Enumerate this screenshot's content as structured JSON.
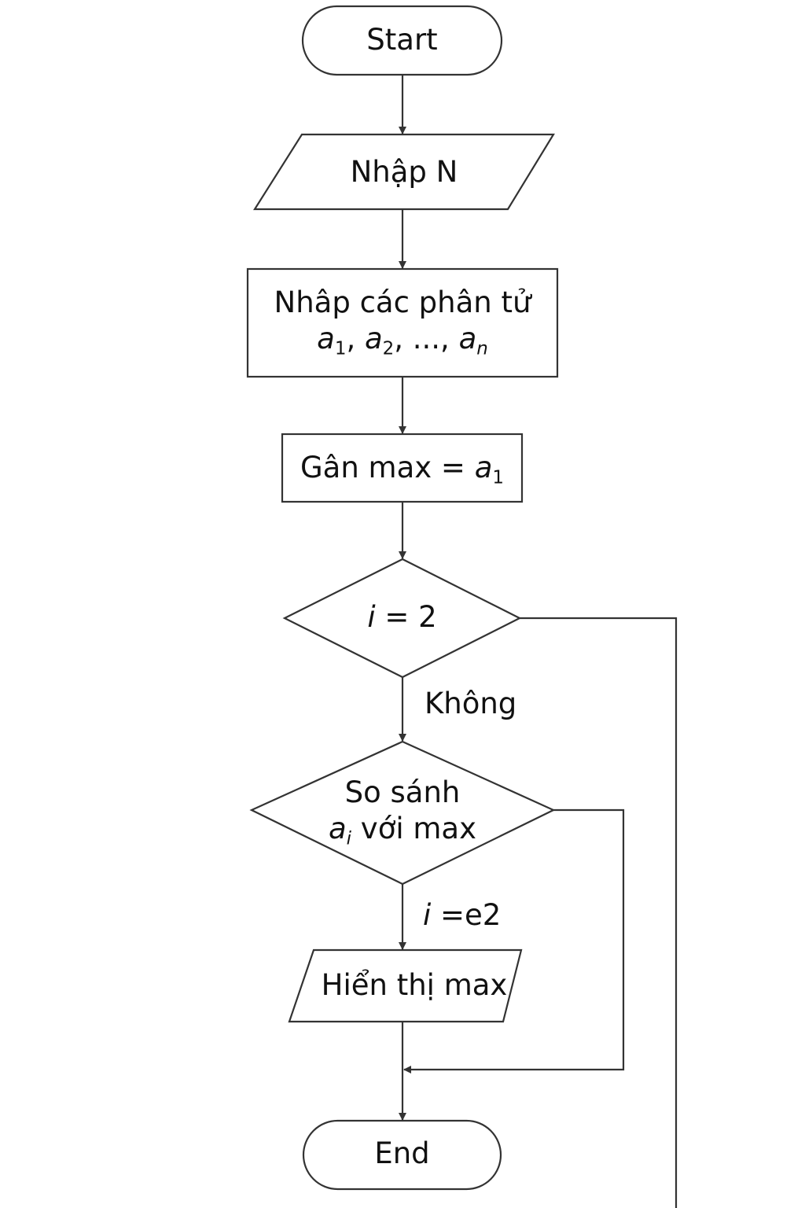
{
  "nodes": {
    "start": "Start",
    "input_n": "Nhập N",
    "input_elements": {
      "line1": "Nhâp các phân tử",
      "line2": {
        "v1": "a",
        "s1": "1",
        "sep1": ", ",
        "v2": "a",
        "s2": "2",
        "sep2": ", ..., ",
        "v3": "a",
        "s3": "n"
      }
    },
    "assign": {
      "text": "Gân max = ",
      "var": "a",
      "sub": "1"
    },
    "condition": {
      "var": "i",
      "rest": " = 2"
    },
    "compare": {
      "line1": "So sánh",
      "var": "a",
      "sub": "i",
      "rest": " với max"
    },
    "display": "Hiển thị max",
    "end": "End"
  },
  "edges": {
    "no_label": "Không",
    "loop_label": {
      "var": "i",
      "rest": " =e2"
    }
  },
  "colors": {
    "stroke": "#333333",
    "fill": "#ffffff",
    "text": "#111111"
  }
}
